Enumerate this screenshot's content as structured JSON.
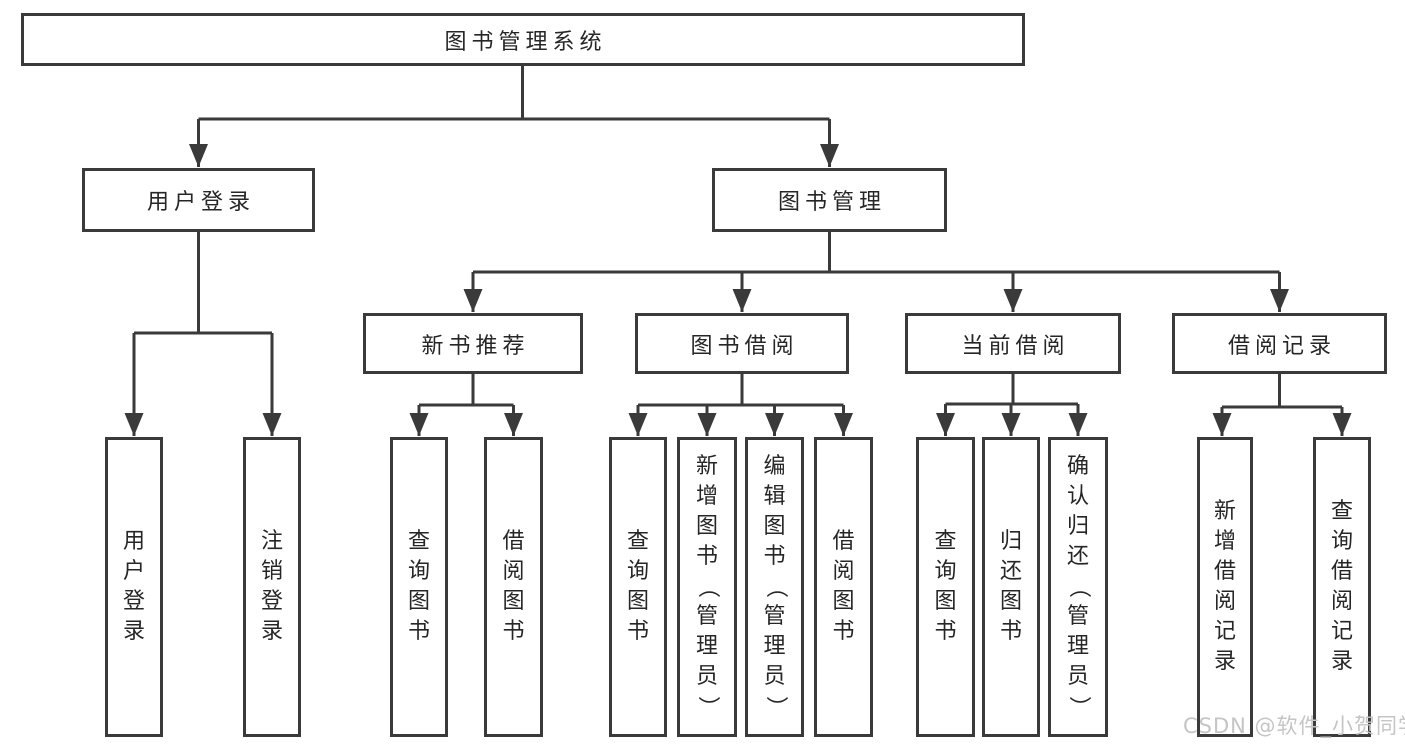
{
  "diagram": {
    "root": {
      "label": "图书管理系统"
    },
    "level2": [
      {
        "label": "用户登录"
      },
      {
        "label": "图书管理"
      }
    ],
    "level3": [
      {
        "label": "新书推荐",
        "parent": "图书管理"
      },
      {
        "label": "图书借阅",
        "parent": "图书管理"
      },
      {
        "label": "当前借阅",
        "parent": "图书管理"
      },
      {
        "label": "借阅记录",
        "parent": "图书管理"
      }
    ],
    "leaves": [
      {
        "label": "用户登录",
        "parent": "用户登录"
      },
      {
        "label": "注销登录",
        "parent": "用户登录"
      },
      {
        "label": "查询图书",
        "parent": "新书推荐"
      },
      {
        "label": "借阅图书",
        "parent": "新书推荐"
      },
      {
        "label": "查询图书",
        "parent": "图书借阅"
      },
      {
        "label": "新增图书（管理员）",
        "parent": "图书借阅"
      },
      {
        "label": "编辑图书（管理员）",
        "parent": "图书借阅"
      },
      {
        "label": "借阅图书",
        "parent": "图书借阅"
      },
      {
        "label": "查询图书",
        "parent": "当前借阅"
      },
      {
        "label": "归还图书",
        "parent": "当前借阅"
      },
      {
        "label": "确认归还（管理员）",
        "parent": "当前借阅"
      },
      {
        "label": "新增借阅记录",
        "parent": "借阅记录"
      },
      {
        "label": "查询借阅记录",
        "parent": "借阅记录"
      }
    ]
  },
  "watermark": {
    "text": "CSDN @软件_小贺同学"
  },
  "colors": {
    "line": "#3a3a3a",
    "text": "#262626",
    "box_background": "#ffffff",
    "page_background": "#ffffff",
    "watermark": "#c5c5c5"
  }
}
